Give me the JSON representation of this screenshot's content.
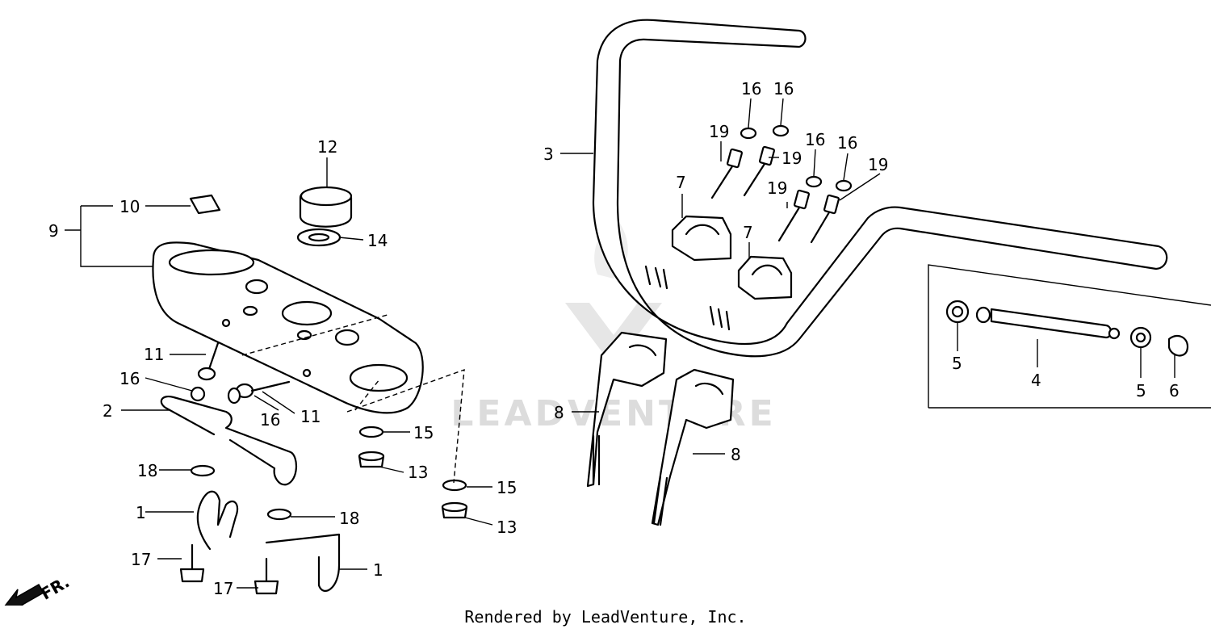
{
  "watermark": {
    "text": "LEADVENTURE"
  },
  "footer": {
    "text": "Rendered by LeadVenture, Inc."
  },
  "direction_marker": {
    "label": "FR."
  },
  "callouts": {
    "c1a": "1",
    "c1b": "1",
    "c2": "2",
    "c3": "3",
    "c4": "4",
    "c5a": "5",
    "c5b": "5",
    "c6": "6",
    "c7a": "7",
    "c7b": "7",
    "c8a": "8",
    "c8b": "8",
    "c9": "9",
    "c10": "10",
    "c11a": "11",
    "c11b": "11",
    "c12": "12",
    "c13a": "13",
    "c13b": "13",
    "c14": "14",
    "c15a": "15",
    "c15b": "15",
    "c16a": "16",
    "c16b": "16",
    "c16c": "16",
    "c16d": "16",
    "c16e": "16",
    "c16f": "16",
    "c17a": "17",
    "c17b": "17",
    "c18a": "18",
    "c18b": "18",
    "c19a": "19",
    "c19b": "19",
    "c19c": "19",
    "c19d": "19"
  }
}
